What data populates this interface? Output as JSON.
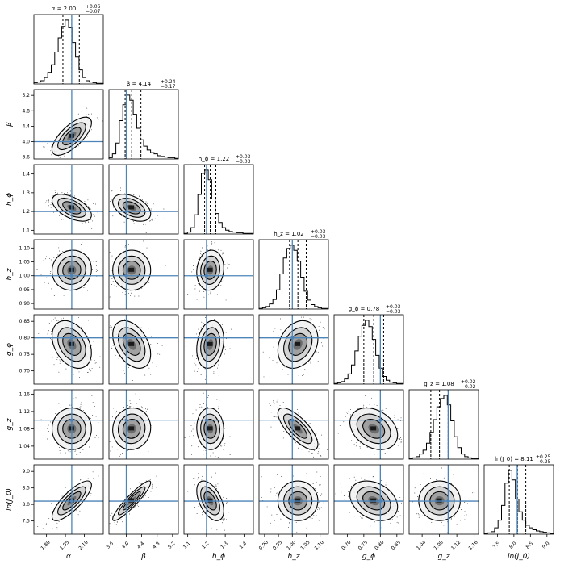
{
  "chart_data": {
    "type": "corner",
    "parameters": [
      {
        "key": "alpha",
        "label": "α",
        "title": "α = 2.00",
        "sup": "+0.06",
        "sub": "−0.07",
        "truth": 2.0,
        "median": 2.0,
        "q_lo": 1.93,
        "q_hi": 2.06,
        "range": [
          1.7,
          2.25
        ],
        "ticks": [
          1.8,
          1.95,
          2.1
        ],
        "tick_labels": [
          "1.80",
          "1.95",
          "2.10"
        ],
        "hist": [
          0.02,
          0.03,
          0.05,
          0.1,
          0.18,
          0.3,
          0.5,
          0.72,
          0.9,
          1.0,
          0.88,
          0.65,
          0.42,
          0.22,
          0.1,
          0.05,
          0.03,
          0.02,
          0.01,
          0.01
        ]
      },
      {
        "key": "beta",
        "label": "β",
        "title": "β = 4.14",
        "sup": "+0.24",
        "sub": "−0.17",
        "truth": 4.0,
        "median": 4.14,
        "q_lo": 3.97,
        "q_hi": 4.38,
        "range": [
          3.55,
          5.35
        ],
        "ticks": [
          3.6,
          4.0,
          4.4,
          4.8,
          5.2
        ],
        "tick_labels": [
          "3.6",
          "4.0",
          "4.4",
          "4.8",
          "5.2"
        ],
        "hist": [
          0.02,
          0.08,
          0.25,
          0.6,
          0.85,
          1.0,
          0.92,
          0.7,
          0.48,
          0.3,
          0.2,
          0.14,
          0.1,
          0.08,
          0.05,
          0.04,
          0.03,
          0.02,
          0.02,
          0.01
        ]
      },
      {
        "key": "hphi",
        "label": "h_ϕ",
        "title": "h_ϕ = 1.22",
        "sup": "+0.03",
        "sub": "−0.03",
        "truth": 1.2,
        "median": 1.22,
        "q_lo": 1.19,
        "q_hi": 1.25,
        "range": [
          1.08,
          1.45
        ],
        "ticks": [
          1.1,
          1.2,
          1.3,
          1.4
        ],
        "tick_labels": [
          "1.1",
          "1.2",
          "1.3",
          "1.4"
        ],
        "hist": [
          0.01,
          0.03,
          0.1,
          0.3,
          0.62,
          0.95,
          1.0,
          0.85,
          0.55,
          0.32,
          0.18,
          0.1,
          0.06,
          0.04,
          0.03,
          0.02,
          0.02,
          0.01,
          0.01,
          0.01
        ]
      },
      {
        "key": "hz",
        "label": "h_z",
        "title": "h_z = 1.02",
        "sup": "+0.03",
        "sub": "−0.03",
        "truth": 1.0,
        "median": 1.02,
        "q_lo": 0.99,
        "q_hi": 1.05,
        "range": [
          0.88,
          1.13
        ],
        "ticks": [
          0.9,
          0.95,
          1.0,
          1.05,
          1.1
        ],
        "tick_labels": [
          "0.90",
          "0.95",
          "1.00",
          "1.05",
          "1.10"
        ],
        "hist": [
          0.01,
          0.02,
          0.04,
          0.08,
          0.15,
          0.3,
          0.55,
          0.8,
          0.95,
          1.0,
          0.92,
          0.75,
          0.5,
          0.28,
          0.14,
          0.07,
          0.04,
          0.02,
          0.01,
          0.01
        ]
      },
      {
        "key": "gphi",
        "label": "g_ϕ",
        "title": "g_ϕ = 0.78",
        "sup": "+0.03",
        "sub": "−0.03",
        "truth": 0.8,
        "median": 0.78,
        "q_lo": 0.75,
        "q_hi": 0.81,
        "range": [
          0.66,
          0.87
        ],
        "ticks": [
          0.7,
          0.75,
          0.8,
          0.85
        ],
        "tick_labels": [
          "0.70",
          "0.75",
          "0.80",
          "0.85"
        ],
        "hist": [
          0.01,
          0.02,
          0.04,
          0.08,
          0.16,
          0.3,
          0.52,
          0.75,
          0.92,
          1.0,
          0.9,
          0.7,
          0.45,
          0.25,
          0.12,
          0.06,
          0.03,
          0.02,
          0.01,
          0.01
        ]
      },
      {
        "key": "gz",
        "label": "g_z",
        "title": "g_z = 1.08",
        "sup": "+0.02",
        "sub": "−0.02",
        "truth": 1.1,
        "median": 1.08,
        "q_lo": 1.06,
        "q_hi": 1.1,
        "range": [
          1.01,
          1.17
        ],
        "ticks": [
          1.04,
          1.08,
          1.12,
          1.16
        ],
        "tick_labels": [
          "1.04",
          "1.08",
          "1.12",
          "1.16"
        ],
        "hist": [
          0.01,
          0.02,
          0.04,
          0.08,
          0.14,
          0.25,
          0.42,
          0.62,
          0.82,
          0.95,
          1.0,
          0.85,
          0.6,
          0.35,
          0.18,
          0.08,
          0.04,
          0.02,
          0.01,
          0.01
        ]
      },
      {
        "key": "lnJ0",
        "label": "ln(J_0)",
        "title": "ln(J_0) = 8.11",
        "sup": "+0.25",
        "sub": "−0.25",
        "truth": 8.1,
        "median": 8.11,
        "q_lo": 7.86,
        "q_hi": 8.36,
        "range": [
          7.1,
          9.2
        ],
        "ticks": [
          7.5,
          8.0,
          8.5,
          9.0
        ],
        "tick_labels": [
          "7.5",
          "8.0",
          "8.5",
          "9.0"
        ],
        "hist": [
          0.01,
          0.02,
          0.04,
          0.1,
          0.22,
          0.45,
          0.8,
          1.0,
          0.85,
          0.55,
          0.35,
          0.22,
          0.14,
          0.1,
          0.07,
          0.05,
          0.04,
          0.03,
          0.02,
          0.01
        ]
      }
    ],
    "correlations": [
      [
        1.0,
        0.7,
        -0.55,
        0.05,
        -0.35,
        0.0,
        0.8
      ],
      [
        0.7,
        1.0,
        -0.45,
        0.0,
        -0.4,
        0.05,
        0.92
      ],
      [
        -0.55,
        -0.45,
        1.0,
        0.1,
        0.2,
        -0.05,
        -0.5
      ],
      [
        0.05,
        0.0,
        0.1,
        1.0,
        0.25,
        -0.75,
        0.0
      ],
      [
        -0.35,
        -0.4,
        0.2,
        0.25,
        1.0,
        -0.3,
        -0.3
      ],
      [
        0.0,
        0.05,
        -0.05,
        -0.75,
        -0.3,
        1.0,
        0.0
      ],
      [
        0.8,
        0.92,
        -0.5,
        0.0,
        -0.3,
        0.0,
        1.0
      ]
    ],
    "truth_color": "#4c84b9",
    "grid": false
  }
}
